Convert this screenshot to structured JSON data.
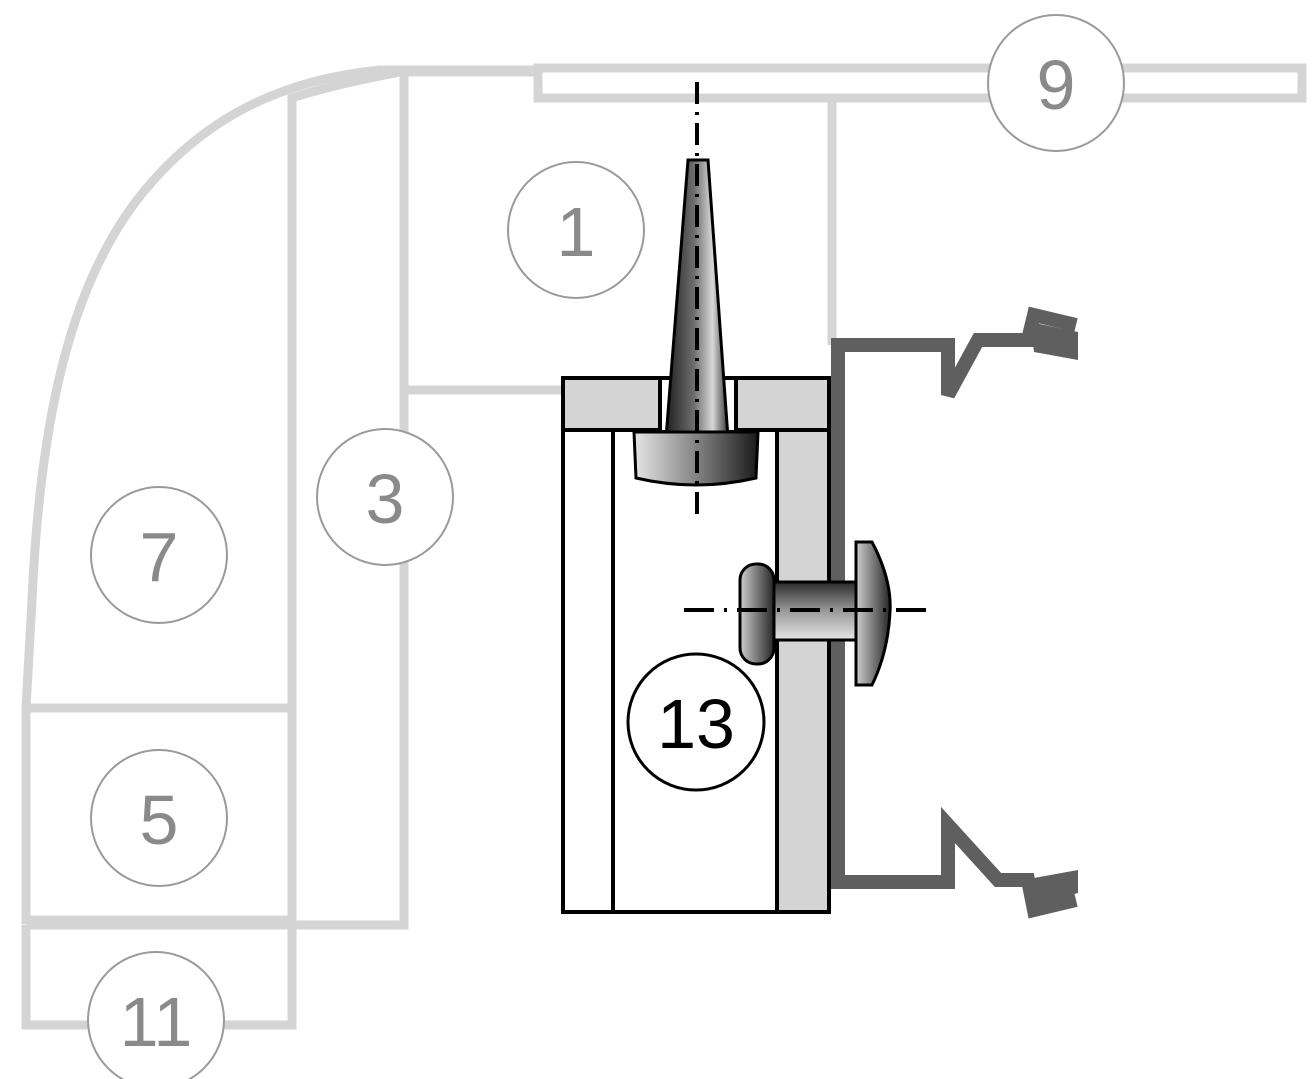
{
  "callouts": {
    "c1": "1",
    "c3": "3",
    "c5": "5",
    "c7": "7",
    "c9": "9",
    "c11": "11",
    "c13": "13"
  },
  "colors": {
    "background_parts": "#d4d4d4",
    "background_callout_stroke": "#9a9a9a",
    "background_callout_text": "#8a8a8a",
    "highlight_outline": "#000000",
    "bracket": "#5f5f5f",
    "metal_dark": "#222222",
    "metal_light": "#d9d9d9"
  }
}
